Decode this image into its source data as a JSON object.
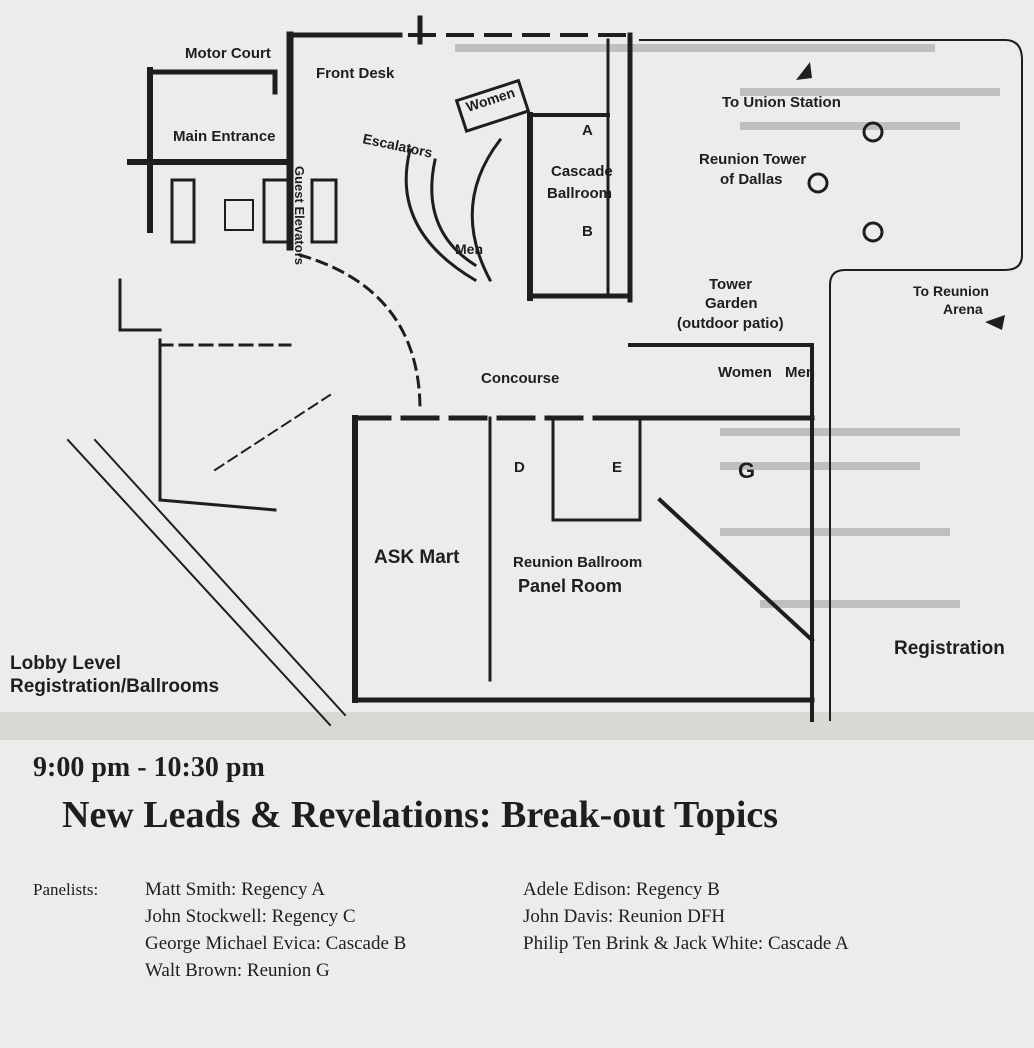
{
  "floor_plan": {
    "rooms": {
      "motor_court": "Motor Court",
      "front_desk": "Front Desk",
      "main_entrance": "Main Entrance",
      "escalators": "Escalators",
      "guest_elevators": "Guest Elevators",
      "women_upper": "Women",
      "men_upper": "Men",
      "ballroom_a": "A",
      "ballroom_b": "B",
      "cascade_ballroom_line1": "Cascade",
      "cascade_ballroom_line2": "Ballroom",
      "to_union_station": "To Union Station",
      "reunion_tower_line1": "Reunion Tower",
      "reunion_tower_line2": "of Dallas",
      "tower_garden_line1": "Tower",
      "tower_garden_line2": "Garden",
      "tower_garden_line3": "(outdoor patio)",
      "to_reunion_arena_line1": "To Reunion",
      "to_reunion_arena_line2": "Arena",
      "concourse": "Concourse",
      "women_lower": "Women",
      "men_lower": "Men",
      "room_d": "D",
      "room_e": "E",
      "room_g": "G",
      "ask_mart": "ASK Mart",
      "reunion_ballroom": "Reunion Ballroom",
      "panel_room": "Panel Room"
    },
    "lobby_label_line1": "Lobby Level",
    "lobby_label_line2": "Registration/Ballrooms",
    "registration_label": "Registration"
  },
  "session": {
    "time": "9:00 pm - 10:30 pm",
    "title": "New Leads & Revelations: Break-out Topics",
    "panelists_label": "Panelists:",
    "left_column": [
      "Matt Smith: Regency A",
      "John Stockwell: Regency C",
      "George Michael Evica: Cascade B",
      "Walt Brown: Reunion G"
    ],
    "right_column": [
      "Adele Edison: Regency B",
      "John Davis: Reunion DFH",
      "Philip Ten Brink & Jack White: Cascade A"
    ]
  }
}
